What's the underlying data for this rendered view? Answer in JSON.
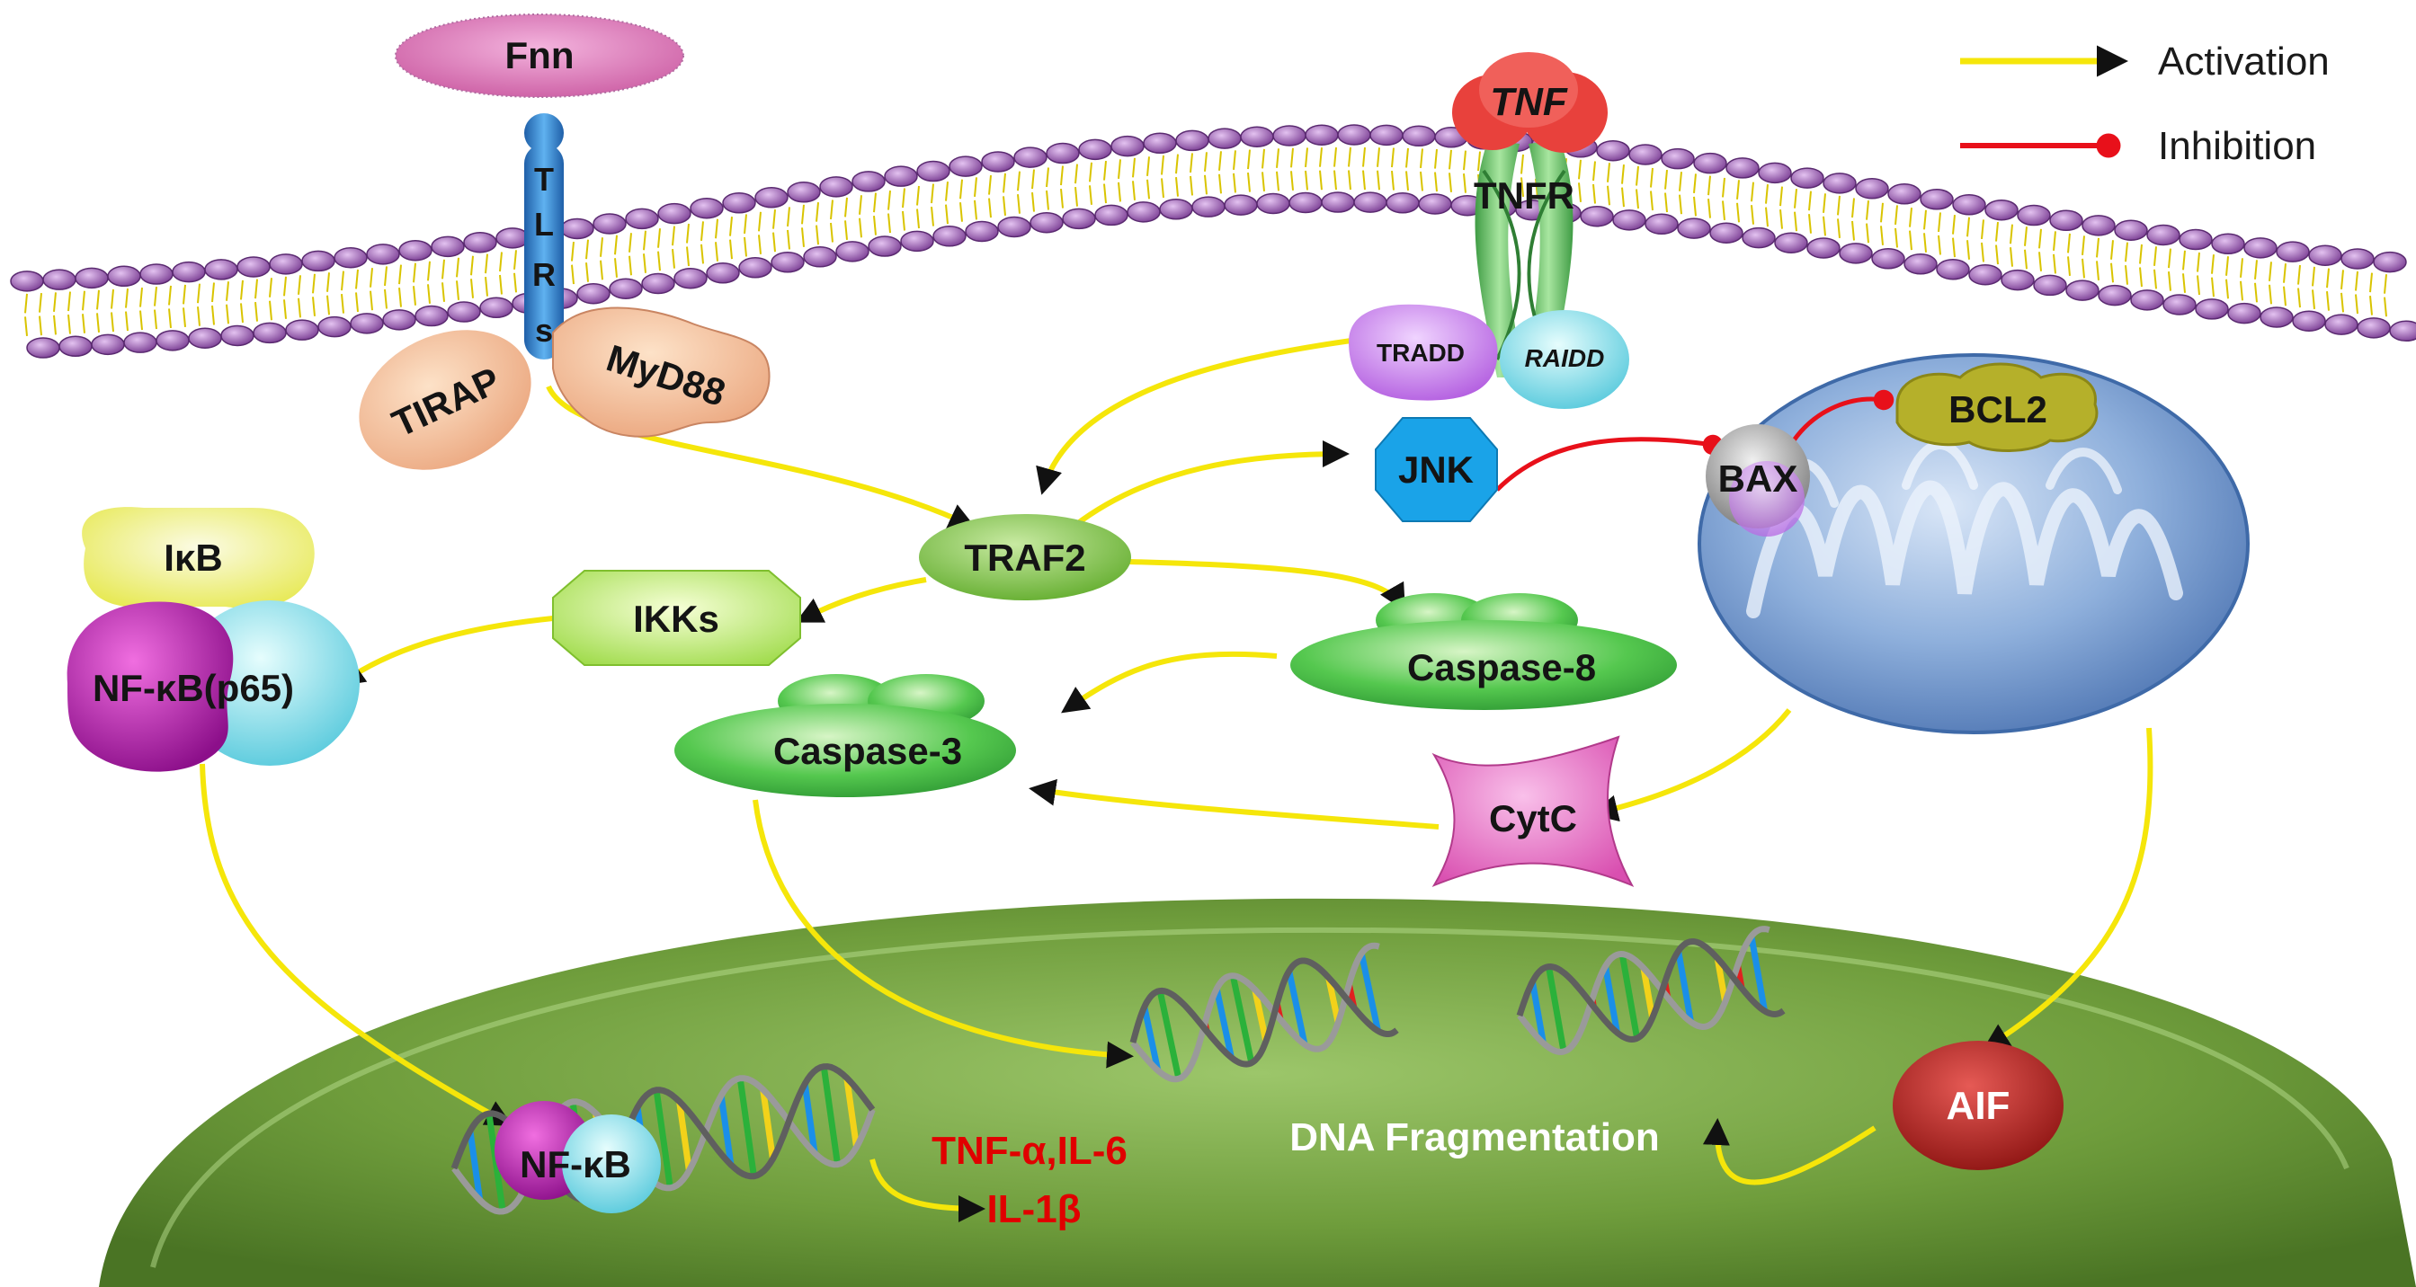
{
  "legend": {
    "activation_label": "Activation",
    "inhibition_label": "Inhibition",
    "activation_color": "#f5e60a",
    "inhibition_color": "#e8101a"
  },
  "molecules": {
    "fnn": "Fnn",
    "tlrs_letters": [
      "T",
      "L",
      "R",
      "s"
    ],
    "tirap": "TIRAP",
    "myd88": "MyD88",
    "tnf": "TNF",
    "tnfr": "TNFR",
    "tradd": "TRADD",
    "raidd": "RAIDD",
    "traf2": "TRAF2",
    "jnk": "JNK",
    "bax": "BAX",
    "bcl2": "BCL2",
    "ikb": "IκB",
    "nfkb_p65": "NF-κB(p65)",
    "ikks": "IKKs",
    "caspase8": "Caspase-8",
    "caspase3": "Caspase-3",
    "cytc": "CytC",
    "aif": "AIF",
    "nfkb_nucleus": "NF-κB",
    "cytokines_line1": "TNF-α,IL-6",
    "cytokines_line2": "IL-1β",
    "dna_fragmentation": "DNA Fragmentation"
  },
  "colors": {
    "membrane_lipid": "#9b59b6",
    "nucleus": "#6b9a3a",
    "mitochondrion": "#7ea6d6",
    "caspase_green": "#3fc24a",
    "traf2_green": "#7cc142",
    "jnk_blue": "#1aa3e8",
    "cytc_pink": "#e05cb8",
    "aif_red": "#b0201c",
    "bcl2_olive": "#b5b02a",
    "tnf_red": "#e8413c"
  }
}
